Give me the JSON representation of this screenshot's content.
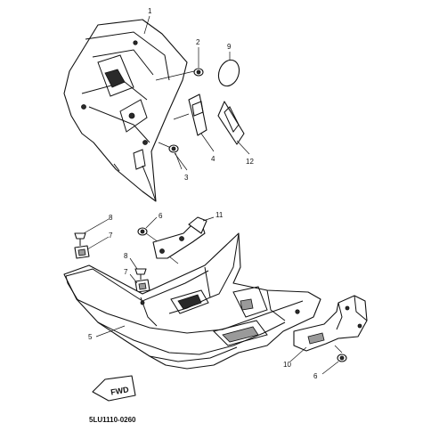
{
  "diagram": {
    "callouts": [
      "1",
      "2",
      "9",
      "3",
      "4",
      "12",
      "8",
      "7",
      "6",
      "11",
      "8",
      "7",
      "5",
      "10",
      "6"
    ],
    "fwd_label": "FWD",
    "figure_code": "5LU1110-0260"
  }
}
